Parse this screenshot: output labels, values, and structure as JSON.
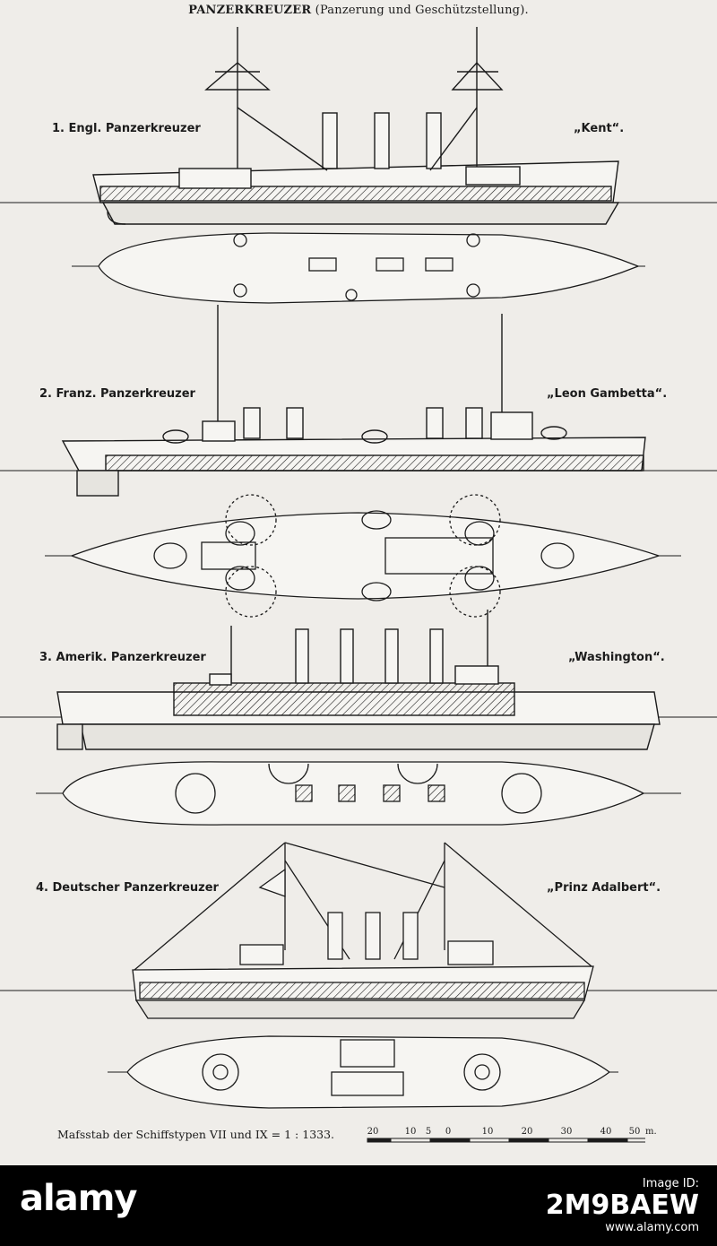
{
  "plate": {
    "title_main": "PANZERKREUZER",
    "title_sub": "(Panzerung und Geschützstellung).",
    "ships": [
      {
        "label": "1. Engl. Panzerkreuzer",
        "name": "„Kent“."
      },
      {
        "label": "2. Franz. Panzerkreuzer",
        "name": "„Leon Gambetta“."
      },
      {
        "label": "3. Amerik. Panzerkreuzer",
        "name": "„Washington“."
      },
      {
        "label": "4. Deutscher Panzerkreuzer",
        "name": "„Prinz Adalbert“."
      }
    ],
    "scale": {
      "label": "Mafsstab der Schiffstypen VII und IX = 1 : 1333.",
      "ticks": [
        "20",
        "10",
        "5",
        "0",
        "10",
        "20",
        "30",
        "40",
        "50"
      ],
      "unit": "m."
    }
  },
  "footer": {
    "brand": "alamy",
    "image_id_prefix": "Image ID:",
    "image_id": "2M9BAEW",
    "site": "www.alamy.com"
  },
  "colors": {
    "paper": "#efede9",
    "ink": "#1b1b1b",
    "footer_bg": "#000000"
  }
}
